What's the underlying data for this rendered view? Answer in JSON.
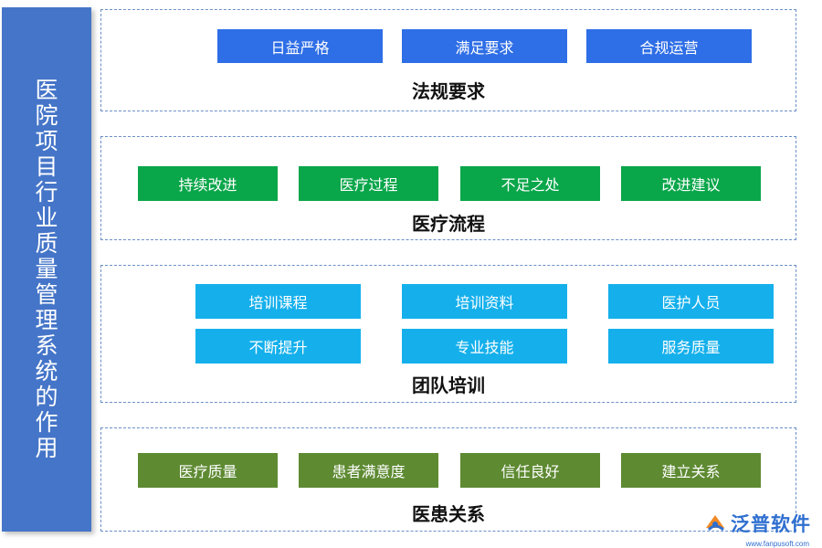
{
  "side": {
    "title": "医院项目行业质量管理系统的作用"
  },
  "sections": [
    {
      "title": "法规要求",
      "items": [
        "日益严格",
        "满足要求",
        "合规运营"
      ]
    },
    {
      "title": "医疗流程",
      "items": [
        "持续改进",
        "医疗过程",
        "不足之处",
        "改进建议"
      ]
    },
    {
      "title": "团队培训",
      "items": [
        "培训课程",
        "培训资料",
        "医护人员",
        "不断提升",
        "专业技能",
        "服务质量"
      ]
    },
    {
      "title": "医患关系",
      "items": [
        "医疗质量",
        "患者满意度",
        "信任良好",
        "建立关系"
      ]
    }
  ],
  "logo": {
    "text": "泛普软件",
    "url": "www.fanpusoft.com"
  },
  "colors": {
    "side": "#4575c8",
    "regulation": "#2e6ee6",
    "process": "#0aa64a",
    "training": "#15b0ec",
    "relation": "#5e8a32"
  }
}
